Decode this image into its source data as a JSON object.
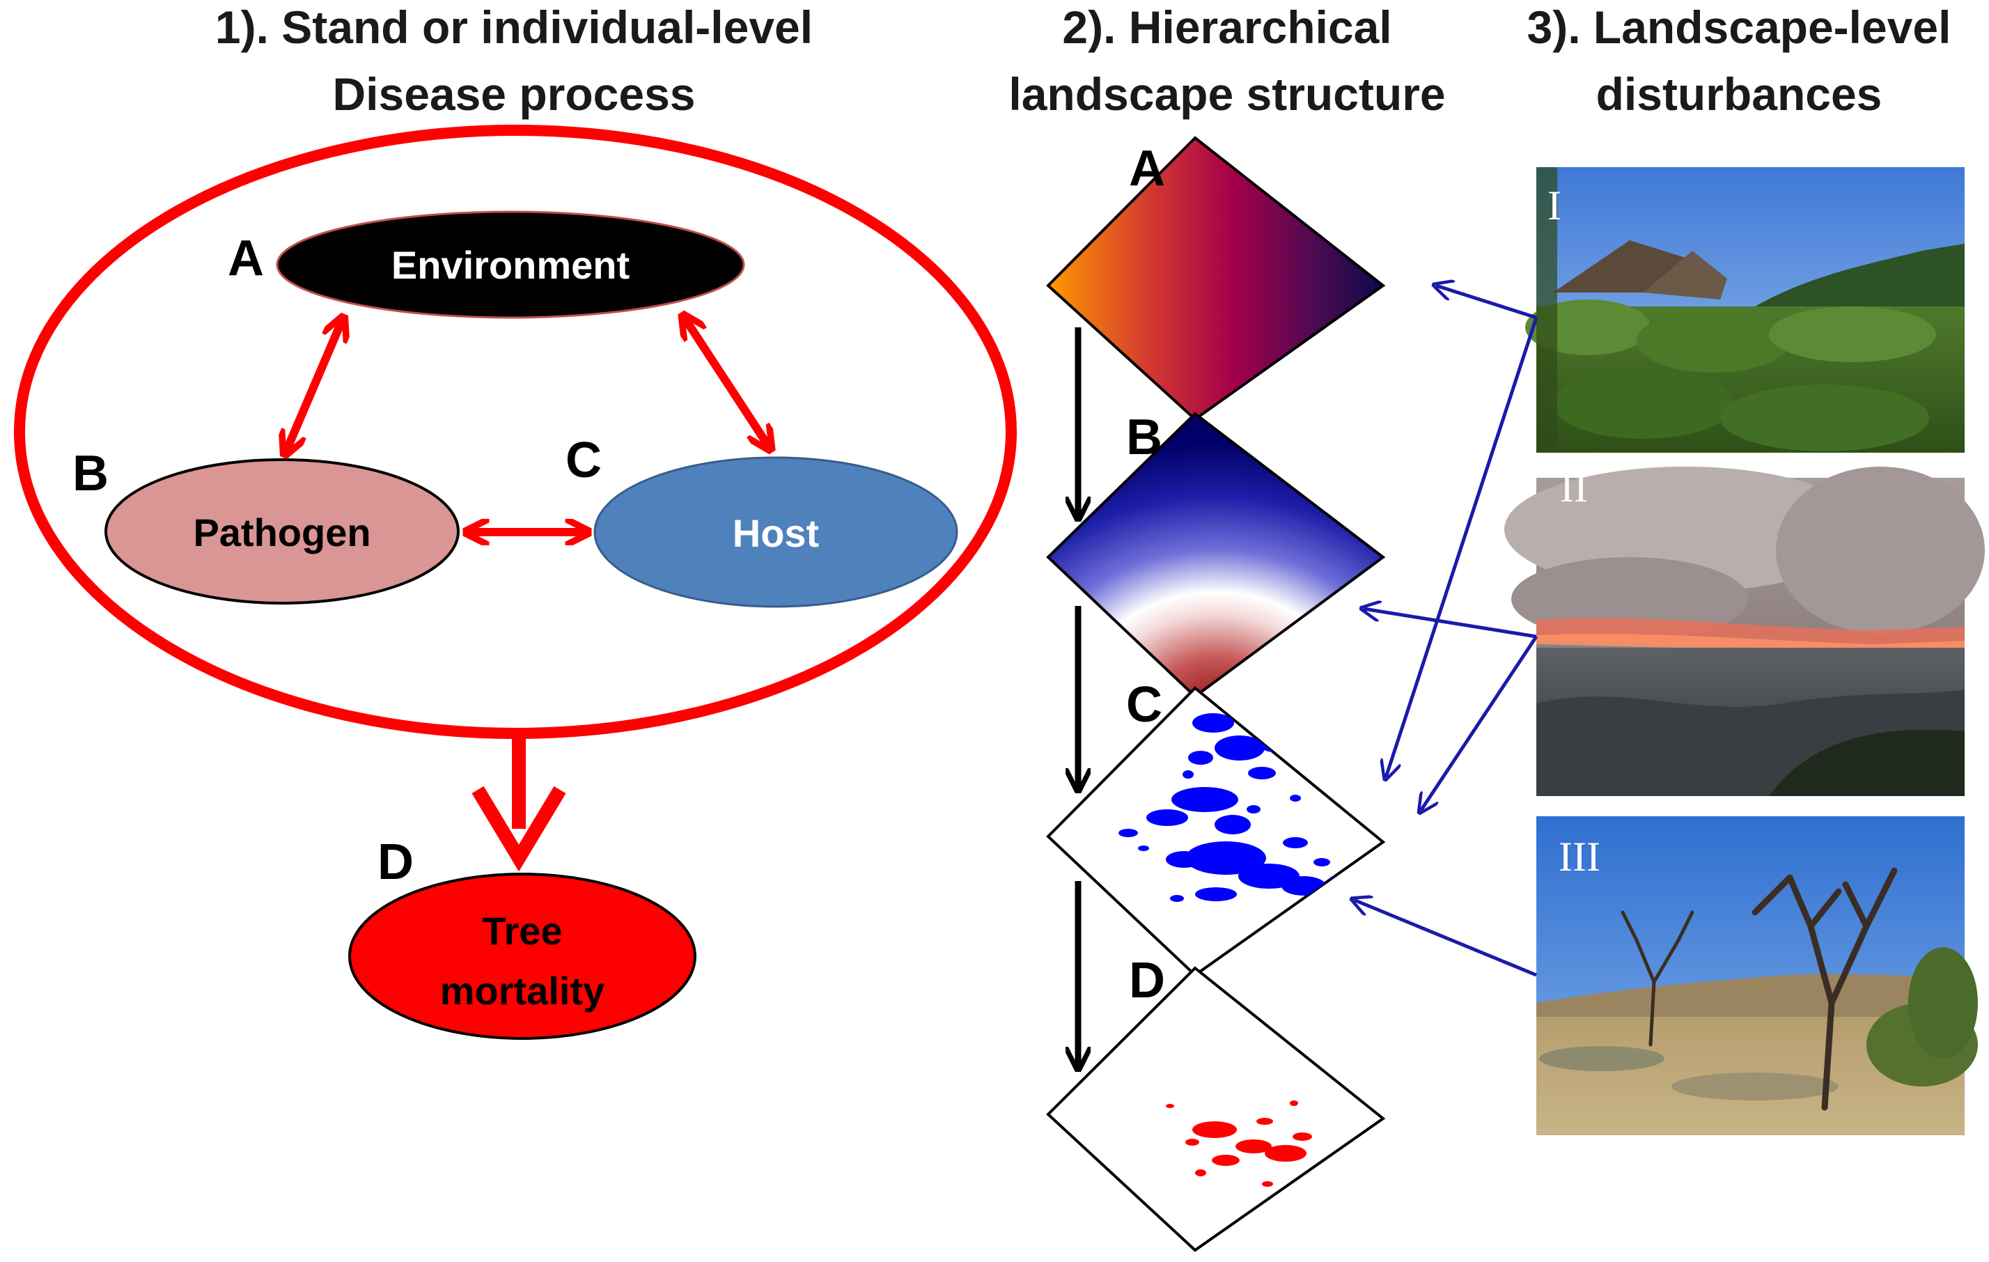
{
  "panel1": {
    "heading_line1": "1). Stand or individual-level",
    "heading_line2": "Disease process",
    "letters": {
      "a": "A",
      "b": "B",
      "c": "C",
      "d": "D"
    },
    "nodes": {
      "environment": "Environment",
      "pathogen": "Pathogen",
      "host": "Host",
      "mortality_line1": "Tree",
      "mortality_line2": "mortality"
    }
  },
  "panel2": {
    "heading_line1": "2). Hierarchical",
    "heading_line2": "landscape structure",
    "letters": {
      "a": "A",
      "b": "B",
      "c": "C",
      "d": "D"
    }
  },
  "panel3": {
    "heading_line1": "3). Landscape-level",
    "heading_line2": "disturbances",
    "photo_labels": [
      "I",
      "II",
      "III"
    ]
  },
  "colors": {
    "red": "#ff0000",
    "blue": "#1a1aaa",
    "pathogen_fill": "#d99694",
    "host_fill": "#4f81bd",
    "environment_fill": "#000000"
  }
}
